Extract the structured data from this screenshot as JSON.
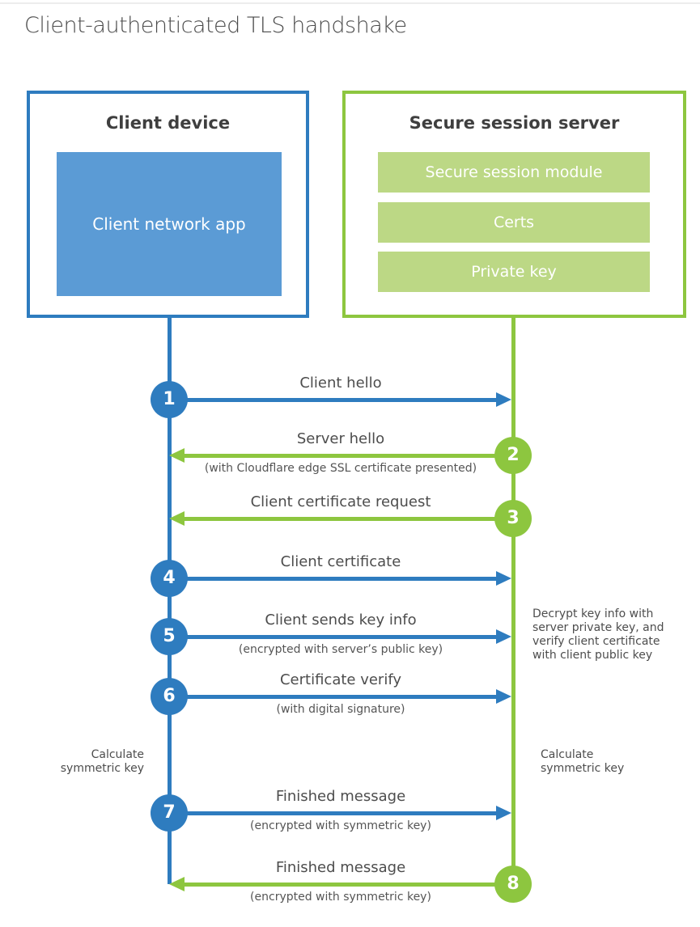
{
  "title": "Client-authenticated TLS handshake",
  "colors": {
    "blue": "#2e7cbf",
    "blue_fill": "#5b9bd5",
    "green": "#8dc63f",
    "green_fill": "#bcd885",
    "text_dark": "#3f3f3f",
    "text_gray": "#4d4d4d"
  },
  "actors": {
    "client": {
      "title": "Client device",
      "component": "Client network app"
    },
    "server": {
      "title": "Secure session server",
      "components": [
        "Secure session module",
        "Certs",
        "Private key"
      ]
    }
  },
  "steps": [
    {
      "num": "1",
      "direction": "client-to-server",
      "label": "Client hello",
      "sub": ""
    },
    {
      "num": "2",
      "direction": "server-to-client",
      "label": "Server hello",
      "sub": "(with Cloudflare edge SSL certificate presented)"
    },
    {
      "num": "3",
      "direction": "server-to-client",
      "label": "Client certificate request",
      "sub": ""
    },
    {
      "num": "4",
      "direction": "client-to-server",
      "label": "Client certificate",
      "sub": ""
    },
    {
      "num": "5",
      "direction": "client-to-server",
      "label": "Client sends key info",
      "sub": "(encrypted with server’s public key)"
    },
    {
      "num": "6",
      "direction": "client-to-server",
      "label": "Certificate verify",
      "sub": "(with digital signature)"
    },
    {
      "num": "7",
      "direction": "client-to-server",
      "label": "Finished message",
      "sub": "(encrypted with symmetric key)"
    },
    {
      "num": "8",
      "direction": "server-to-client",
      "label": "Finished message",
      "sub": "(encrypted with symmetric key)"
    }
  ],
  "notes": {
    "decrypt": "Decrypt key info with server private key, and verify client certificate with client public key",
    "calc_left": "Calculate symmetric key",
    "calc_right": "Calculate symmetric key"
  }
}
